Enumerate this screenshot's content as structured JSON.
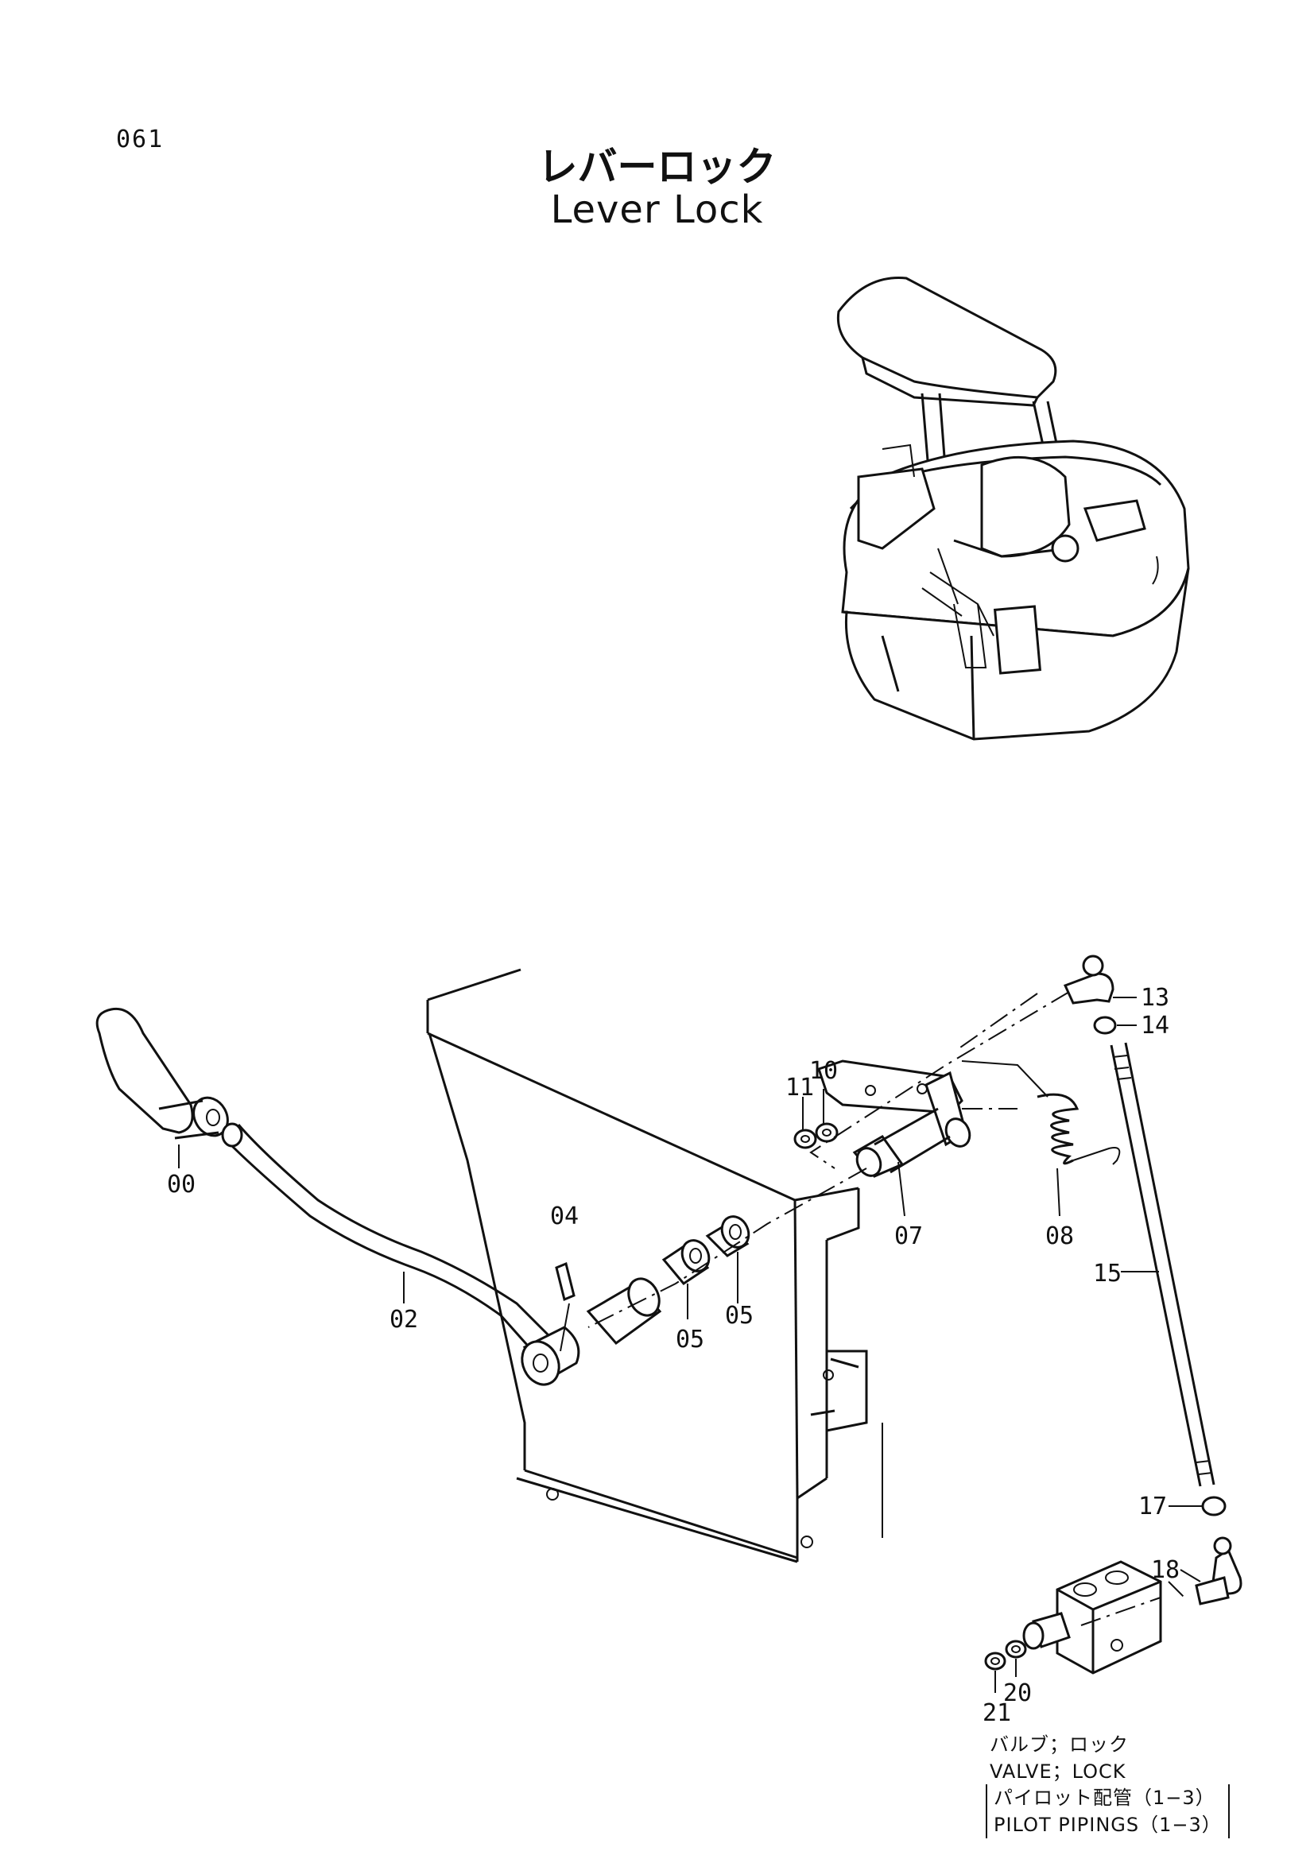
{
  "page_number": "061",
  "title_jp": "レバーロック",
  "title_en": "Lever Lock",
  "callouts": [
    {
      "id": "c00",
      "label": "00"
    },
    {
      "id": "c02",
      "label": "02"
    },
    {
      "id": "c04",
      "label": "04"
    },
    {
      "id": "c05a",
      "label": "05"
    },
    {
      "id": "c05b",
      "label": "05"
    },
    {
      "id": "c07",
      "label": "07"
    },
    {
      "id": "c08",
      "label": "08"
    },
    {
      "id": "c10",
      "label": "10"
    },
    {
      "id": "c11",
      "label": "11"
    },
    {
      "id": "c13",
      "label": "13"
    },
    {
      "id": "c14",
      "label": "14"
    },
    {
      "id": "c15",
      "label": "15"
    },
    {
      "id": "c17",
      "label": "17"
    },
    {
      "id": "c18",
      "label": "18"
    },
    {
      "id": "c20",
      "label": "20"
    },
    {
      "id": "c21",
      "label": "21"
    }
  ],
  "notes": {
    "valve_jp": "バルブ；ロック",
    "valve_en": "VALVE；LOCK",
    "pilot_jp": "パイロット配管（1−3）",
    "pilot_en": "PILOT PIPINGS（1−3）"
  }
}
